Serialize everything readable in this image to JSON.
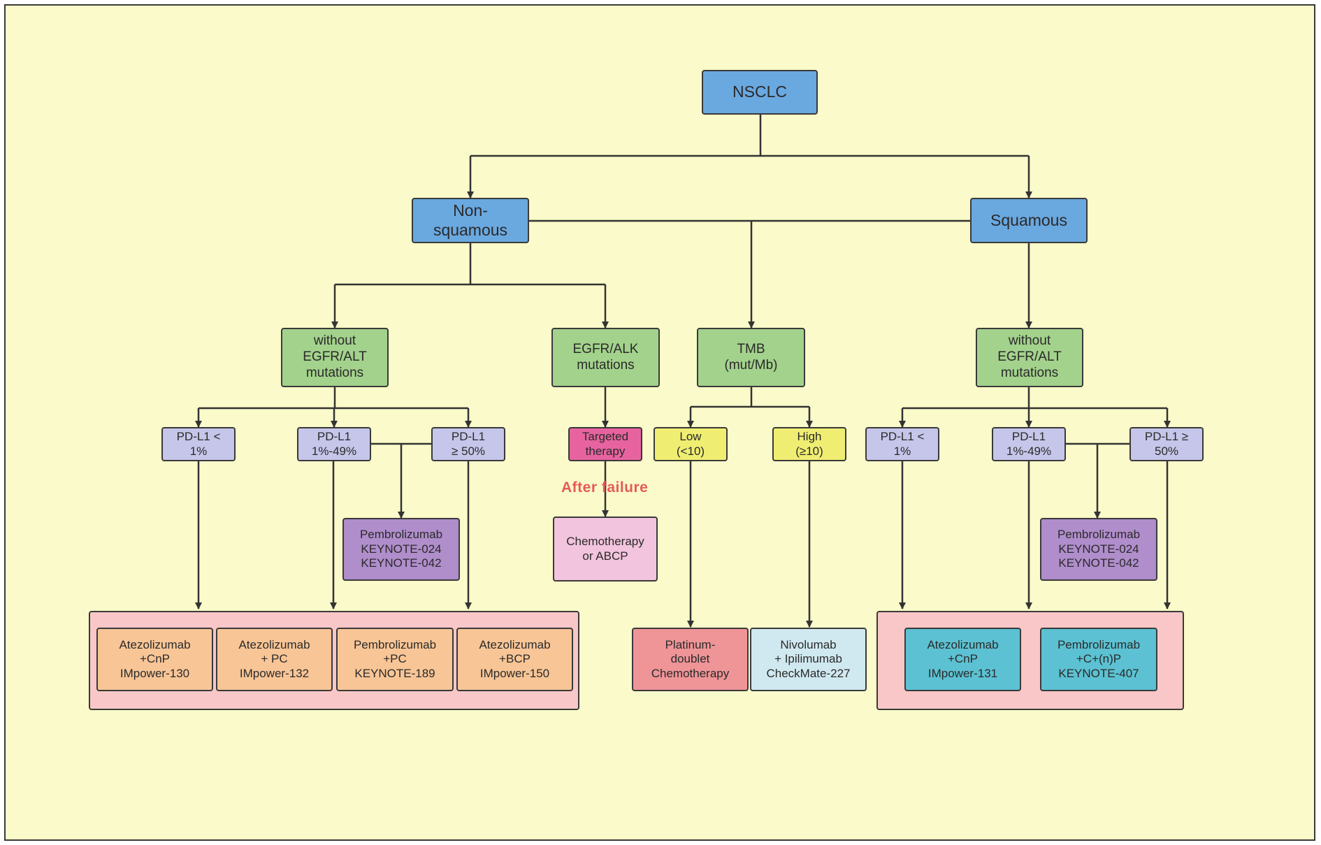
{
  "nodes": {
    "nsclc": "NSCLC",
    "non_squamous": "Non-\nsquamous",
    "squamous": "Squamous",
    "ns_without_mut": "without\nEGFR/ALT\nmutations",
    "egfr_alk": "EGFR/ALK\nmutations",
    "tmb": "TMB\n(mut/Mb)",
    "sq_without_mut": "without\nEGFR/ALT\nmutations",
    "ns_pdl1_low": "PD-L1 <\n1%",
    "ns_pdl1_mid": "PD-L1\n1%-49%",
    "ns_pdl1_high": "PD-L1\n≥ 50%",
    "targeted": "Targeted\ntherapy",
    "tmb_low": "Low\n(<10)",
    "tmb_high": "High\n(≥10)",
    "sq_pdl1_low": "PD-L1 <\n1%",
    "sq_pdl1_mid": "PD-L1\n1%-49%",
    "sq_pdl1_high": "PD-L1 ≥\n50%",
    "ns_pembro": "Pembrolizumab\nKEYNOTE-024\nKEYNOTE-042",
    "sq_pembro": "Pembrolizumab\nKEYNOTE-024\nKEYNOTE-042",
    "chemo_abcp": "Chemotherapy\nor ABCP",
    "ns_t1": "Atezolizumab\n+CnP\nIMpower-130",
    "ns_t2": "Atezolizumab\n+ PC\nIMpower-132",
    "ns_t3": "Pembrolizumab\n+PC\nKEYNOTE-189",
    "ns_t4": "Atezolizumab\n+BCP\nIMpower-150",
    "platinum": "Platinum-\ndoublet\nChemotherapy",
    "nivo": "Nivolumab\n+ Ipilimumab\nCheckMate-227",
    "sq_t1": "Atezolizumab\n+CnP\nIMpower-131",
    "sq_t2": "Pembrolizumab\n+C+(n)P\nKEYNOTE-407"
  },
  "annotations": {
    "after_failure": "After failure"
  },
  "colors": {
    "background": "#fafaca",
    "histology": "#6aa8e0",
    "mutation_status": "#a3d28c",
    "pdl1": "#c6c6ea",
    "targeted": "#e7639f",
    "tmb_level": "#f0ee72",
    "pembrolizumab": "#b08dcb",
    "chemo_abcp": "#f3c4dd",
    "nonsq_regimens": "#f8c596",
    "platinum": "#ef9497",
    "nivolumab": "#d0e9f0",
    "sq_regimens": "#5cc1d2",
    "regimen_group": "#f9c7c7",
    "after_failure_text": "#e55a5a"
  }
}
